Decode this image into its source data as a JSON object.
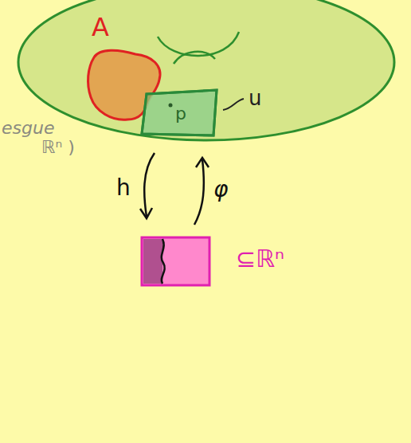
{
  "diagram": {
    "labels": [
      "esgue",
      "ℝⁿ )",
      "A",
      "p",
      "u",
      "h",
      "φ",
      "⊆ℝⁿ"
    ]
  }
}
